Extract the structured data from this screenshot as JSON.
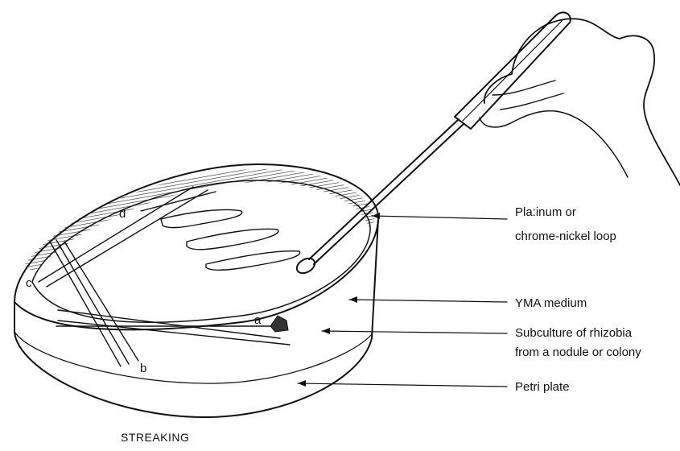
{
  "figure": {
    "caption": "STREAKING",
    "labels": {
      "loop_line1": "Pla:inum or",
      "loop_line2": "chrome-nickel loop",
      "medium": "YMA medium",
      "subculture_line1": "Subculture of rhizobia",
      "subculture_line2": "from a nodule or colony",
      "plate": "Petri plate"
    },
    "streak_points": [
      "a",
      "b",
      "c",
      "d"
    ]
  }
}
